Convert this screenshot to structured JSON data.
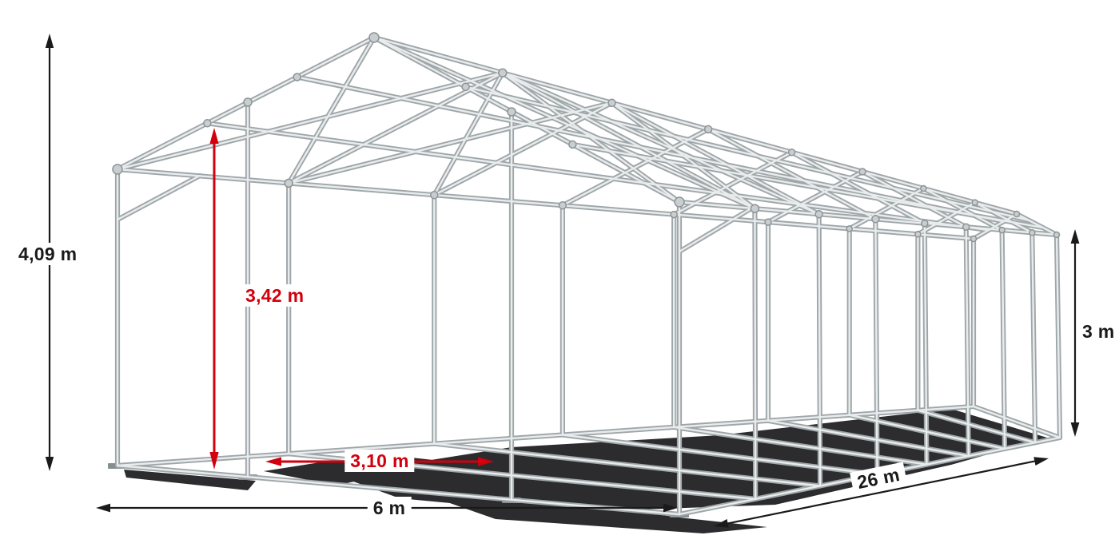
{
  "diagram": {
    "description": "Perspective wireframe drawing of a steel tent / marquee frame construction annotated with dimension arrows",
    "labels": {
      "total_height": "4,09 m",
      "clear_height": "3,42 m",
      "clear_width": "3,10 m",
      "width": "6 m",
      "length": "26 m",
      "side_height": "3 m"
    },
    "colors": {
      "dimension_primary": "#1a1a1a",
      "dimension_accent": "#d2000d",
      "frame_tube_base": "#9fa6a9",
      "frame_tube_highlight": "#e9eced",
      "joint_fill": "#c9ced0",
      "shadow": "#1b1b1d",
      "background": "#ffffff"
    }
  }
}
